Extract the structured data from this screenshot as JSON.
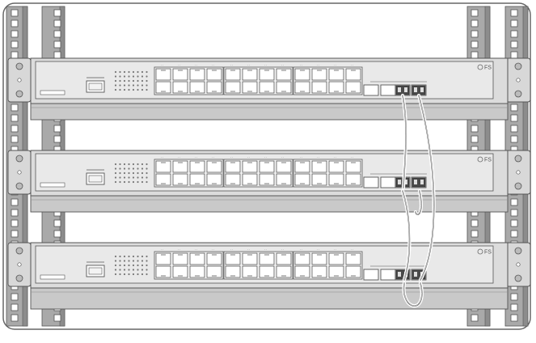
{
  "figure": {
    "switches": [
      {
        "id": "switch-top",
        "brand": "FS"
      },
      {
        "id": "switch-middle",
        "brand": "FS"
      },
      {
        "id": "switch-bottom",
        "brand": "FS"
      }
    ],
    "rj45_groups_per_switch": 3,
    "rj45_ports_per_group": 8,
    "sfp_ports_per_switch": 4,
    "stack_cables": [
      {
        "from": "switch-top",
        "to": "switch-middle",
        "label": ""
      },
      {
        "from": "switch-middle",
        "to": "switch-bottom",
        "label": ""
      },
      {
        "from": "switch-top",
        "to": "switch-bottom",
        "label": ""
      }
    ],
    "colors": {
      "rack": "#a9a9a9",
      "rack_dark": "#8c8c8c",
      "panel": "#e9e9e9",
      "outline": "#555555",
      "cable": "#555555"
    }
  }
}
